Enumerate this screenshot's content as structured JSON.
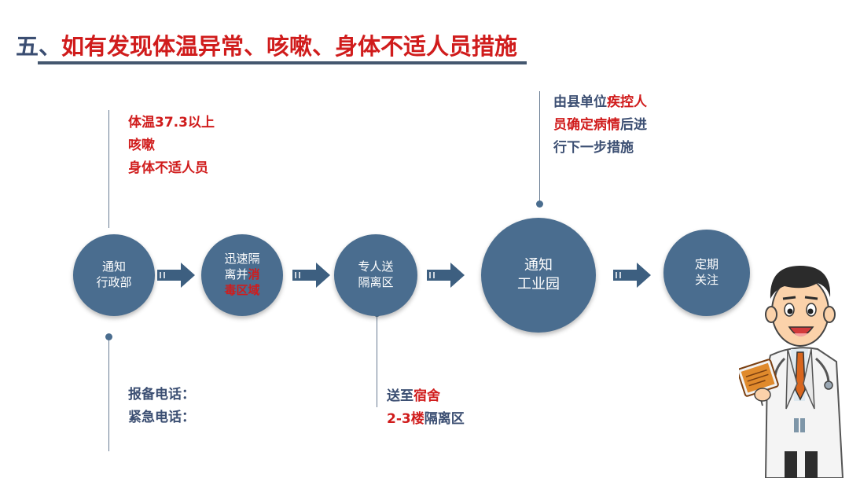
{
  "title": {
    "prefix": "五、",
    "text": "如有发现体温异常、咳嗽、身体不适人员措施"
  },
  "nodes": [
    {
      "lines": [
        "通知",
        "行政部"
      ]
    },
    {
      "lines": [
        "迅速隔",
        "离并",
        "毒区域"
      ],
      "highlight": "消"
    },
    {
      "lines": [
        "专人送",
        "隔离区"
      ]
    },
    {
      "lines": [
        "通知",
        "工业园"
      ]
    },
    {
      "lines": [
        "定期",
        "关注"
      ]
    }
  ],
  "notes": {
    "symptoms": [
      "体温37.3以上",
      "咳嗽",
      "身体不适人员"
    ],
    "phones": [
      "报备电话：",
      "紧急电话："
    ],
    "dorm": {
      "l1a": "送至",
      "l1b": "宿舍",
      "l2a": "2-3楼",
      "l2b": "隔离区"
    },
    "cdc": {
      "l1a": "由县单位",
      "l1b": "疾控人",
      "l2a": "员确定病情",
      "l2b": "后进",
      "l3": "行下一步措施"
    }
  },
  "colors": {
    "node": "#4a6d8f",
    "red": "#d01c1c",
    "navy": "#3b4e72",
    "arrow": "#3d5f80"
  },
  "illustration": "doctor-with-clipboard"
}
